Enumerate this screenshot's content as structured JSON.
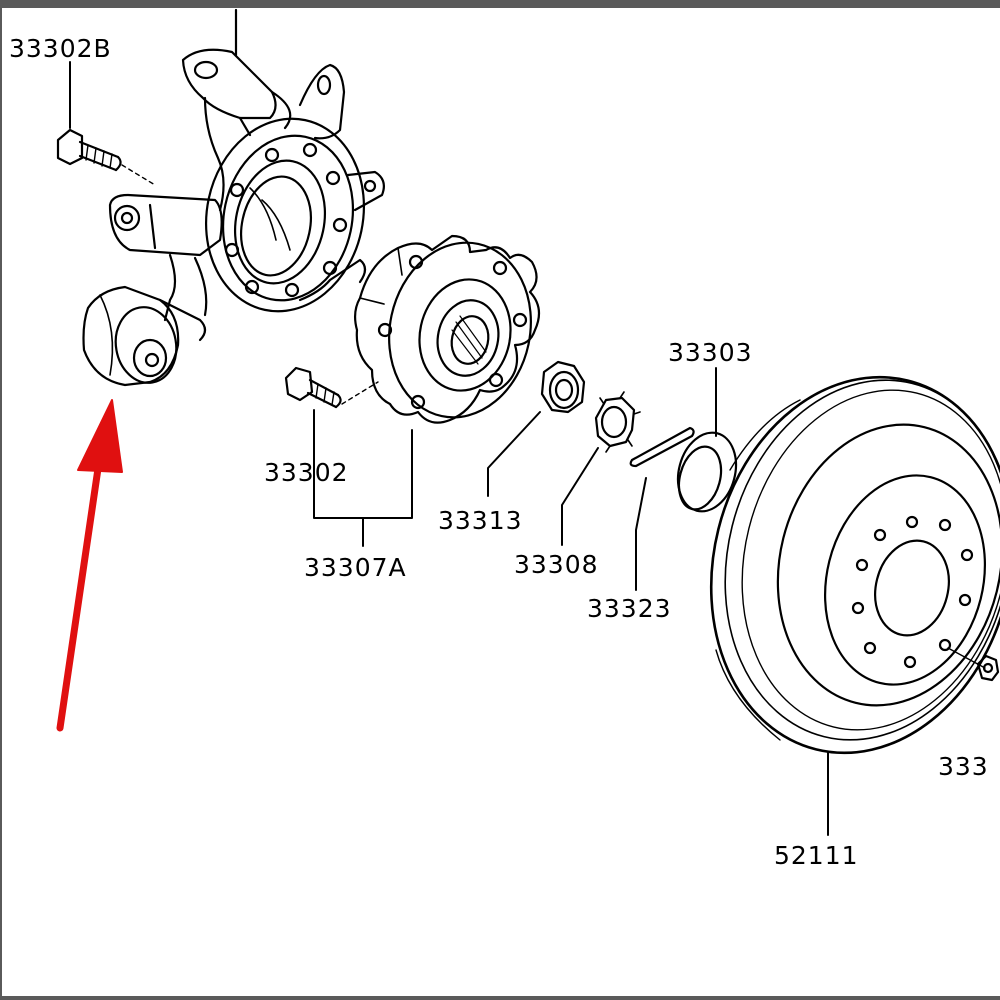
{
  "labels": {
    "bolt_b": "33302B",
    "bolt": "33302",
    "hub_assembly": "33307A",
    "hub_nut": "33313",
    "lock_cap": "33308",
    "cotter_pin": "33323",
    "grease_cap": "33303",
    "wheel_nut": "333",
    "brake_disc": "52111"
  },
  "colors": {
    "line": "#000000",
    "arrow": "#e01010",
    "background": "#ffffff",
    "frame": "#5a5a5a"
  }
}
